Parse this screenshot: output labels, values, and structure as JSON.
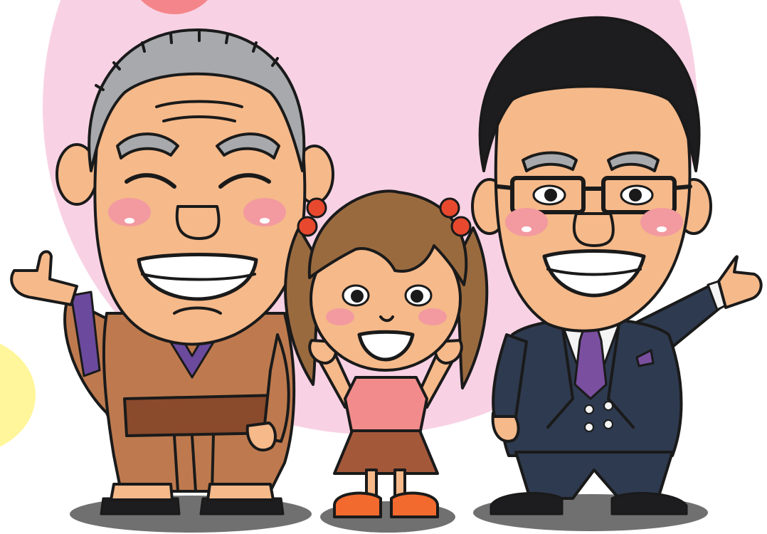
{
  "palette": {
    "background": "#FFFFFF",
    "pink_bubble": "#F8D2E4",
    "salmon_bubble": "#F4858A",
    "yellow_bubble": "#FFF59A",
    "outline": "#1A1A1A",
    "skin": "#F6B98A",
    "cheek": "#F29AA0",
    "grey_hair": "#A7A9AC",
    "black_hair": "#1D1D1F",
    "kimono_brown": "#BE7A4E",
    "obi_brown": "#8A4A2C",
    "kimono_purple_trim": "#6B4A9E",
    "girl_hair": "#9A6A3F",
    "girl_top": "#F28C8C",
    "girl_skirt": "#A4583A",
    "girl_shoes": "#F26A2E",
    "hair_ball": "#E8492E",
    "suit_navy": "#2E3A4F",
    "tie_purple": "#7A4FA0",
    "shirt_white": "#F4F4F4",
    "shadow": "#707070"
  },
  "icons": {
    "old_man": "old-man-kimono-character",
    "girl": "girl-pigtails-character",
    "man": "man-suit-glasses-character"
  }
}
